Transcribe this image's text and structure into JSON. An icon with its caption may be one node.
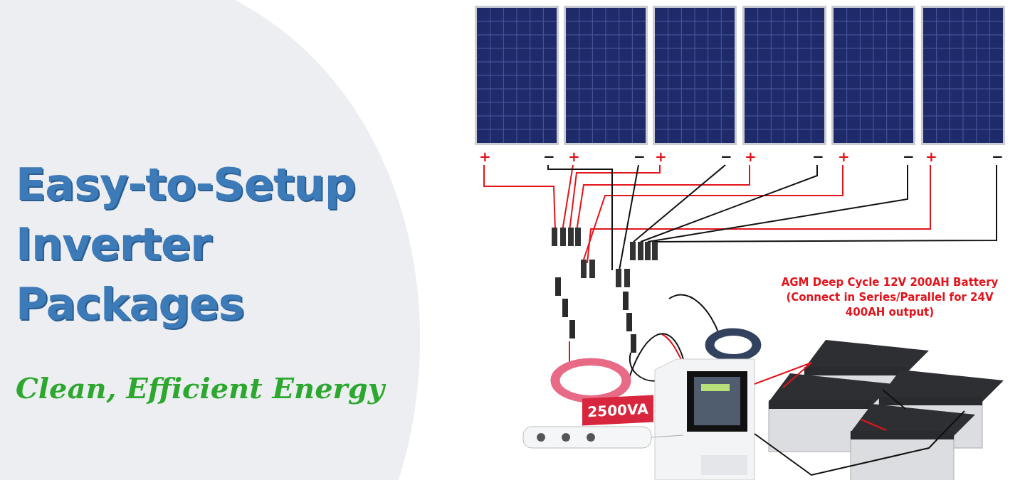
{
  "diagram": {
    "title": "Easy-to-Setup Inverter Packages",
    "nodes": [
      {
        "text": [
          "2500VA"
        ]
      }
    ],
    "labels": [
      "Clean, Efficient Energy",
      "+",
      "−",
      "+",
      "−",
      "+",
      "−",
      "+",
      "−",
      "+",
      "−",
      "+",
      "−",
      "AGM Deep Cycle 12V 200AH Battery (Connect in Series/Parallel for 24V 400AH output)"
    ]
  }
}
